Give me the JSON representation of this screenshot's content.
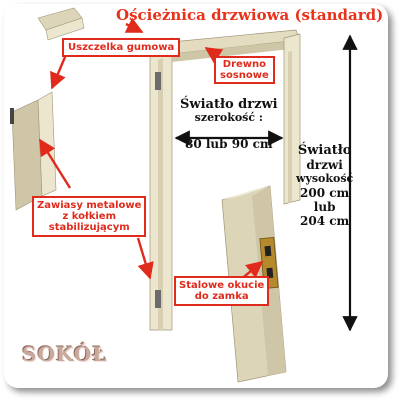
{
  "title": "Ościeżnica drzwiowa (standard)",
  "labels": {
    "seal": "Uszczelka gumowa",
    "wood": [
      "Drewno",
      "sosnowe"
    ],
    "hinges": [
      "Zawiasy metalowe",
      "z kołkiem",
      "stabilizującym"
    ],
    "lock": [
      "Stalowe okucie",
      "do zamka"
    ]
  },
  "width_note": [
    "Światło drzwi",
    "szerokość :",
    "80 lub 90 cm"
  ],
  "height_note": [
    "Światło",
    "drzwi",
    "wysokość",
    "200 cm",
    "lub",
    "204 cm"
  ],
  "logo": "SOKÓŁ",
  "colors": {
    "accent_red": "#e02b1c",
    "title_red": "#e8321a",
    "wood_light": "#ece6cf",
    "wood_shade": "#cfc6a8",
    "background": "#ffffff"
  }
}
